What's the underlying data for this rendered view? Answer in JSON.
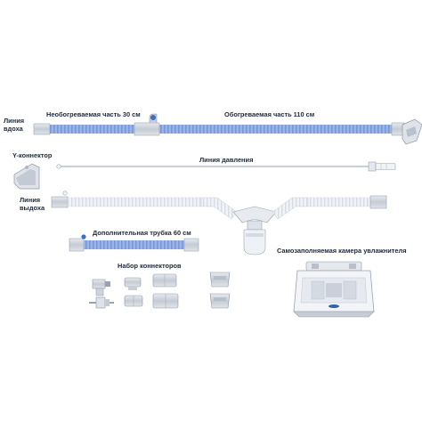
{
  "labels": {
    "inspiratory_line": "Линия вдоха",
    "unheated_part": "Необогреваемая часть 30 см",
    "heated_part": "Обогреваемая часть 110 см",
    "y_connector": "Y-коннектор",
    "pressure_line": "Линия давления",
    "expiratory_line": "Линия выдоха",
    "extra_tube": "Дополнительная трубка 60 см",
    "connector_set": "Набор коннекторов",
    "humidifier_chamber": "Самозаполняемая камера увлажнителя"
  },
  "colors": {
    "heated_tube": "#8fb0e6",
    "clear_tube": "#eef0f4",
    "cuff": "#d4d8df",
    "outline": "#9aa3b1",
    "label_text": "#1e2a3a"
  }
}
